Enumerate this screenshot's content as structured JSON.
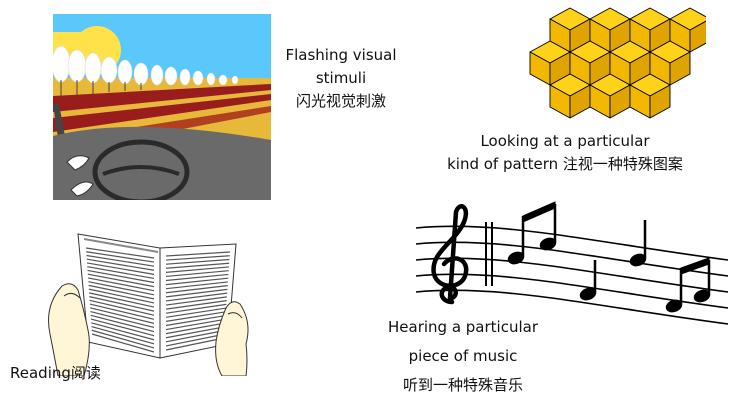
{
  "panels": {
    "flashing": {
      "line1": "Flashing visual",
      "line2": "stimuli",
      "line3": "闪光视觉刺激",
      "illustration": "car-driving-road-trees-sun"
    },
    "pattern": {
      "line1": "Looking at a particular",
      "line2": "kind of pattern 注视一种特殊图案",
      "illustration": "yellow-cube-pattern"
    },
    "reading": {
      "line1": "Reading阅读",
      "illustration": "hands-holding-open-book"
    },
    "music": {
      "line1": "Hearing a particular",
      "line2": "piece of music",
      "line3": "听到一种特殊音乐",
      "illustration": "music-staff-with-notes"
    }
  },
  "colors": {
    "background": "#ffffff",
    "text": "#111111",
    "sky": "#5ac8fa",
    "sun": "#ffe24a",
    "field": "#e8b83a",
    "field_stripe": "#9a1d1d",
    "dashboard": "#6a6a6a",
    "cube_light": "#ffd21a",
    "cube_mid": "#f2b800",
    "cube_dark": "#e0a400",
    "ink": "#000000"
  }
}
